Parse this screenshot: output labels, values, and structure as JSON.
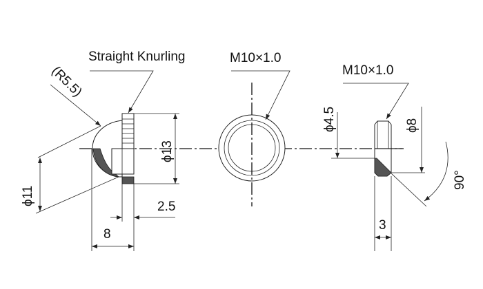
{
  "drawing": {
    "left_view": {
      "knurl_label": "Straight Knurling",
      "radius_label": "(R5.5)",
      "dim_dia13": "ϕ13",
      "dim_dia11": "ϕ11",
      "dim_2_5": "2.5",
      "dim_8": "8"
    },
    "middle_view": {
      "thread_label": "M10×1.0"
    },
    "right_view": {
      "thread_label": "M10×1.0",
      "dim_dia4_5": "ϕ4.5",
      "dim_dia8": "ϕ8",
      "dim_3": "3",
      "angle_label": "90°"
    }
  },
  "colors": {
    "line": "#222222",
    "section_fill": "#555555"
  }
}
